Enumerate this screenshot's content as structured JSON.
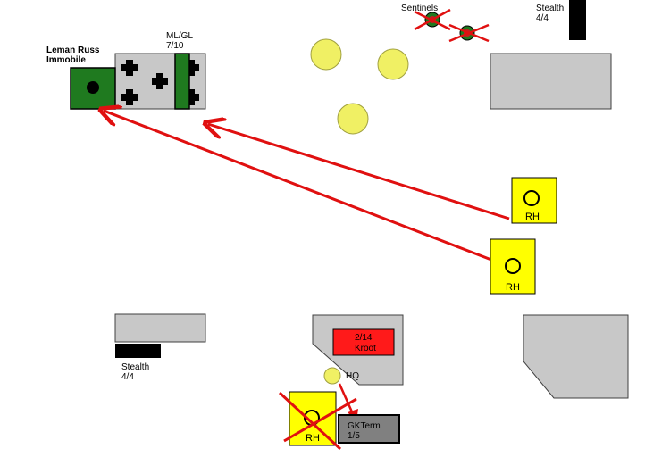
{
  "units": {
    "leman_russ": {
      "line1": "Leman Russ",
      "line2": "Immobile"
    },
    "ml_gl": {
      "line1": "ML/GL",
      "line2": "7/10"
    },
    "sentinels": {
      "label": "Sentinels"
    },
    "stealth_top": {
      "line1": "Stealth",
      "line2": "4/4"
    },
    "stealth_bottom": {
      "line1": "Stealth",
      "line2": "4/4"
    },
    "rh_upper": {
      "label": "RH"
    },
    "rh_lower": {
      "label": "RH"
    },
    "rh_dead": {
      "label": "RH"
    },
    "kroot": {
      "line1": "2/14",
      "line2": "Kroot"
    },
    "hq": {
      "label": "HQ"
    },
    "gkterm": {
      "line1": "GKTerm",
      "line2": "1/5"
    }
  },
  "colors": {
    "tank_green": "#1f7a1f",
    "terrain_gray": "#c8c8c8",
    "marker_yellow": "#f0f064",
    "unit_yellow": "#ffff00",
    "arrow_red": "#e01010",
    "kroot_red": "#ff1a1a",
    "gk_gray": "#808080"
  }
}
